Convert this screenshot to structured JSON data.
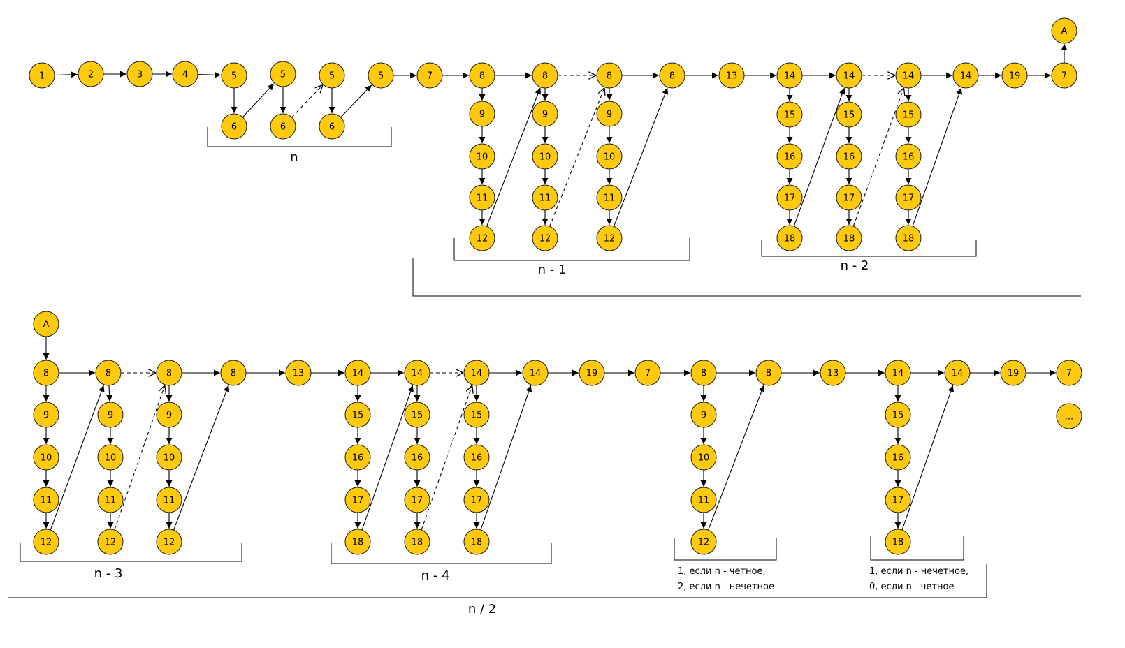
{
  "nodes": {
    "r1_1": "1",
    "r1_2": "2",
    "r1_3": "3",
    "r1_4": "4",
    "r1_5a": "5",
    "r1_5b": "5",
    "r1_5c": "5",
    "r1_5d": "5",
    "r1_6a": "6",
    "r1_6b": "6",
    "r1_6c": "6",
    "r1_7": "7",
    "r1_8a": "8",
    "r1_9a": "9",
    "r1_10a": "10",
    "r1_11a": "11",
    "r1_12a": "12",
    "r1_8b": "8",
    "r1_9b": "9",
    "r1_10b": "10",
    "r1_11b": "11",
    "r1_12b": "12",
    "r1_8c": "8",
    "r1_9c": "9",
    "r1_10c": "10",
    "r1_11c": "11",
    "r1_12c": "12",
    "r1_8d": "8",
    "r1_13": "13",
    "r1_14a": "14",
    "r1_15a": "15",
    "r1_16a": "16",
    "r1_17a": "17",
    "r1_18a": "18",
    "r1_14b": "14",
    "r1_15b": "15",
    "r1_16b": "16",
    "r1_17b": "17",
    "r1_18b": "18",
    "r1_14c": "14",
    "r1_15c": "15",
    "r1_16c": "16",
    "r1_17c": "17",
    "r1_18c": "18",
    "r1_14d": "14",
    "r1_19": "19",
    "r1_7end": "7",
    "r1_A": "A",
    "r2_A": "A",
    "r2_8a": "8",
    "r2_9a": "9",
    "r2_10a": "10",
    "r2_11a": "11",
    "r2_12a": "12",
    "r2_8b": "8",
    "r2_9b": "9",
    "r2_10b": "10",
    "r2_11b": "11",
    "r2_12b": "12",
    "r2_8c": "8",
    "r2_9c": "9",
    "r2_10c": "10",
    "r2_11c": "11",
    "r2_12c": "12",
    "r2_8d": "8",
    "r2_13": "13",
    "r2_14a": "14",
    "r2_15a": "15",
    "r2_16a": "16",
    "r2_17a": "17",
    "r2_18a": "18",
    "r2_14b": "14",
    "r2_15b": "15",
    "r2_16b": "16",
    "r2_17b": "17",
    "r2_18b": "18",
    "r2_14c": "14",
    "r2_15c": "15",
    "r2_16c": "16",
    "r2_17c": "17",
    "r2_18c": "18",
    "r2_14d": "14",
    "r2_19": "19",
    "r2_7": "7",
    "r2_8e": "8",
    "r2_9e": "9",
    "r2_10e": "10",
    "r2_11e": "11",
    "r2_12e": "12",
    "r2_8f": "8",
    "r2_13b": "13",
    "r2_14e": "14",
    "r2_15e": "15",
    "r2_16e": "16",
    "r2_17e": "17",
    "r2_18e": "18",
    "r2_14f": "14",
    "r2_19b": "19",
    "r2_7b": "7",
    "r2_dots": "..."
  },
  "labels": {
    "n": "n",
    "n_minus_1": "n - 1",
    "n_minus_2": "n - 2",
    "n_minus_3": "n - 3",
    "n_minus_4": "n - 4",
    "n_half": "n / 2",
    "note_left_line1": "1, если n - четное,",
    "note_left_line2": "2, если n - нечетное",
    "note_right_line1": "1, если n - нечетное,",
    "note_right_line2": "0, если n - четное"
  },
  "colors": {
    "node_fill": "#FFC90E",
    "stroke": "#000000"
  }
}
